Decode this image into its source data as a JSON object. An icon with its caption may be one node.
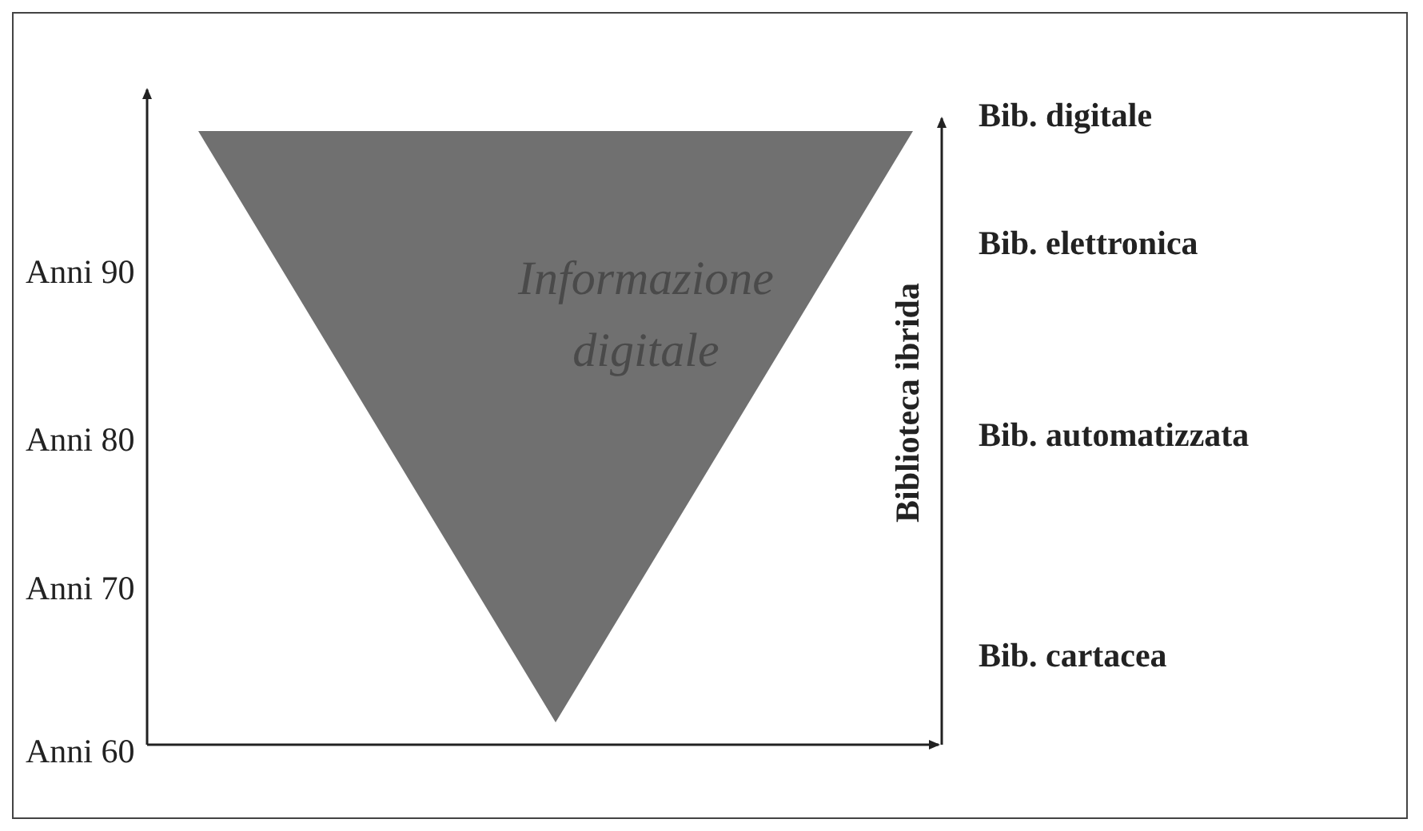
{
  "diagram": {
    "nodes": [
      {
        "text": [
          "Informazione digitale"
        ]
      }
    ],
    "edges": [],
    "labels": [
      "Bib. digitale",
      "Anni 90",
      "Bib. elettronica",
      "Anni 80",
      "Bib. automatizzata",
      "Biblioteca ibrida",
      "Anni 70",
      "Bib. cartacea",
      "Anni 60"
    ]
  }
}
